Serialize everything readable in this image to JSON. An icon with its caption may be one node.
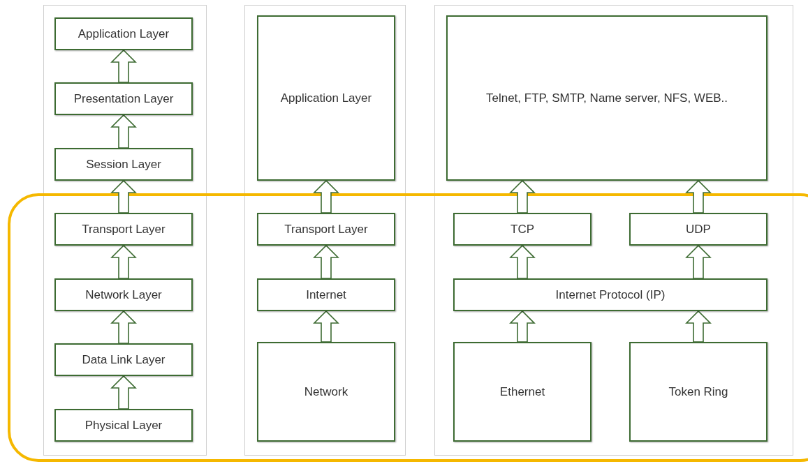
{
  "diagram": {
    "nodes": [
      {
        "text": [
          "Application Layer"
        ]
      },
      {
        "text": [
          "Presentation Layer"
        ]
      },
      {
        "text": [
          "Session Layer"
        ]
      },
      {
        "text": [
          "Transport Layer"
        ]
      },
      {
        "text": [
          "Network Layer"
        ]
      },
      {
        "text": [
          "Data Link Layer"
        ]
      },
      {
        "text": [
          "Physical Layer"
        ]
      },
      {
        "text": [
          "Application Layer"
        ]
      },
      {
        "text": [
          "Transport Layer"
        ]
      },
      {
        "text": [
          "Internet"
        ]
      },
      {
        "text": [
          "Network"
        ]
      },
      {
        "text": [
          "Telnet, FTP, SMTP, Name server, NFS, WEB.."
        ]
      },
      {
        "text": [
          "TCP"
        ]
      },
      {
        "text": [
          "UDP"
        ]
      },
      {
        "text": [
          "Internet Protocol (IP)"
        ]
      },
      {
        "text": [
          "Ethernet"
        ]
      },
      {
        "text": [
          "Token Ring"
        ]
      }
    ],
    "edges": [
      {
        "from": 1,
        "to": 0,
        "arrow": "to"
      },
      {
        "from": 2,
        "to": 1,
        "arrow": "to"
      },
      {
        "from": 3,
        "to": 2,
        "arrow": "to"
      },
      {
        "from": 4,
        "to": 3,
        "arrow": "to"
      },
      {
        "from": 5,
        "to": 4,
        "arrow": "to"
      },
      {
        "from": 6,
        "to": 5,
        "arrow": "to"
      },
      {
        "from": 8,
        "to": 7,
        "arrow": "to"
      },
      {
        "from": 9,
        "to": 8,
        "arrow": "to"
      },
      {
        "from": 10,
        "to": 9,
        "arrow": "to"
      },
      {
        "from": 12,
        "to": 11,
        "arrow": "to"
      },
      {
        "from": 13,
        "to": 11,
        "arrow": "to"
      },
      {
        "from": 14,
        "to": 12,
        "arrow": "to"
      },
      {
        "from": 14,
        "to": 13,
        "arrow": "to"
      },
      {
        "from": 15,
        "to": 14,
        "arrow": "to"
      },
      {
        "from": 16,
        "to": 14,
        "arrow": "to"
      }
    ]
  }
}
